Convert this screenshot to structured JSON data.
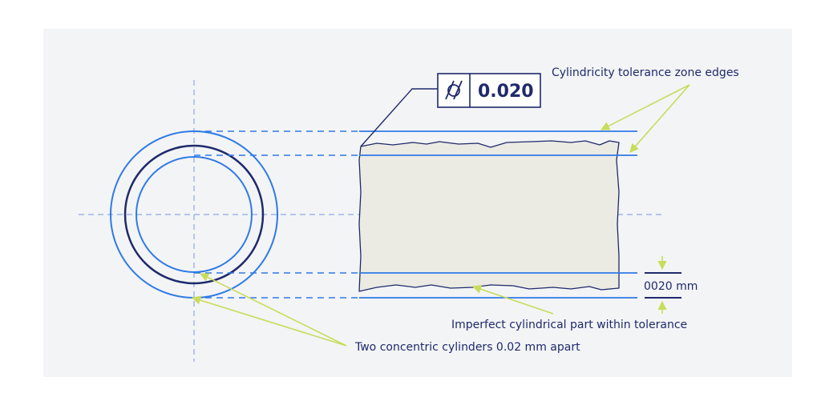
{
  "tolerance_frame": {
    "symbol": "cylindricity-symbol",
    "value": "0.020"
  },
  "labels": {
    "zone_edges": "Cylindricity tolerance zone edges",
    "part": "Imperfect cylindrical part within tolerance",
    "cylinders": "Two concentric cylinders 0.02 mm apart",
    "dimension": "0020 mm"
  },
  "colors": {
    "panel": "#f3f4f6",
    "blue": "#2f7ae5",
    "navy": "#1f2a6b",
    "arrow": "#c8dc5a",
    "part_fill": "#ebeae3",
    "centerline": "#8fa8e6"
  }
}
